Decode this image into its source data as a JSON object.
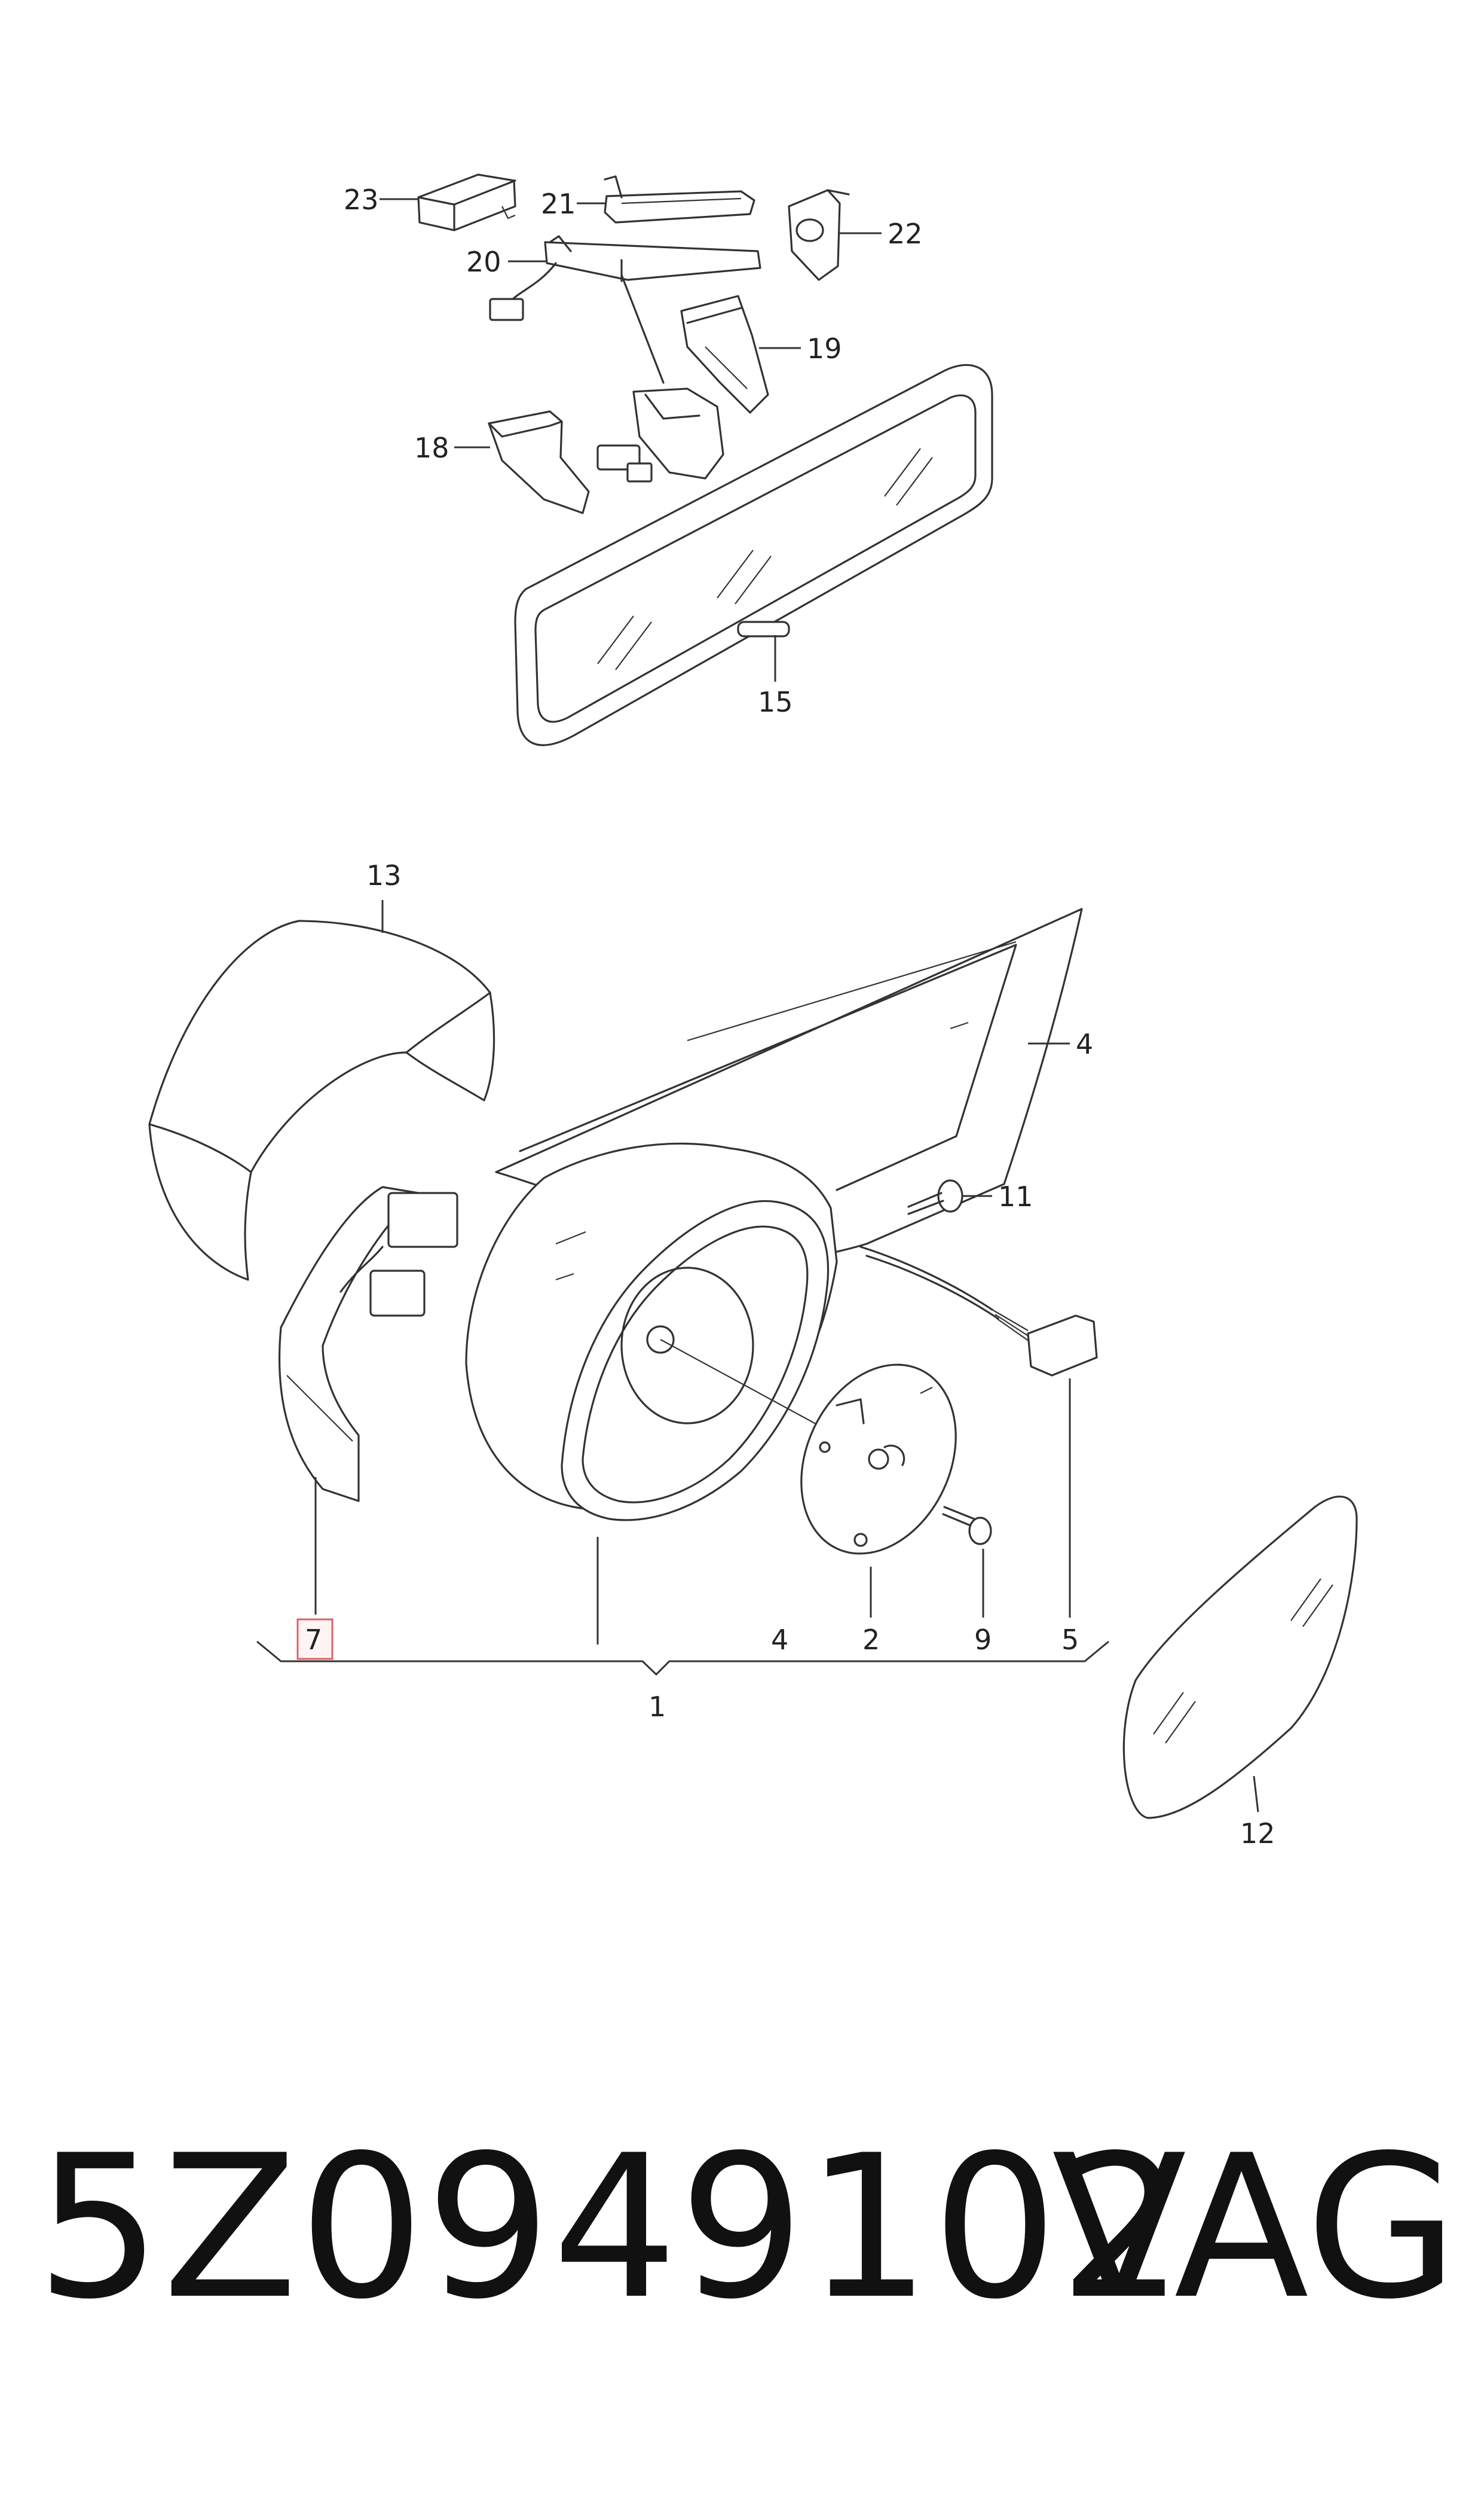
{
  "callouts": {
    "c23": "23",
    "c21": "21",
    "c22": "22",
    "c20": "20",
    "c19": "19",
    "c18": "18",
    "c15": "15",
    "c13": "13",
    "c4a": "4",
    "c11": "11",
    "c7": "7",
    "c4b": "4",
    "c2": "2",
    "c9": "9",
    "c5": "5",
    "c1": "1",
    "c12": "12"
  },
  "highlighted_callout": "7",
  "highlight_color": "#e0606a",
  "footer": {
    "part_number": "5Z0949102",
    "brand": "VAG"
  }
}
